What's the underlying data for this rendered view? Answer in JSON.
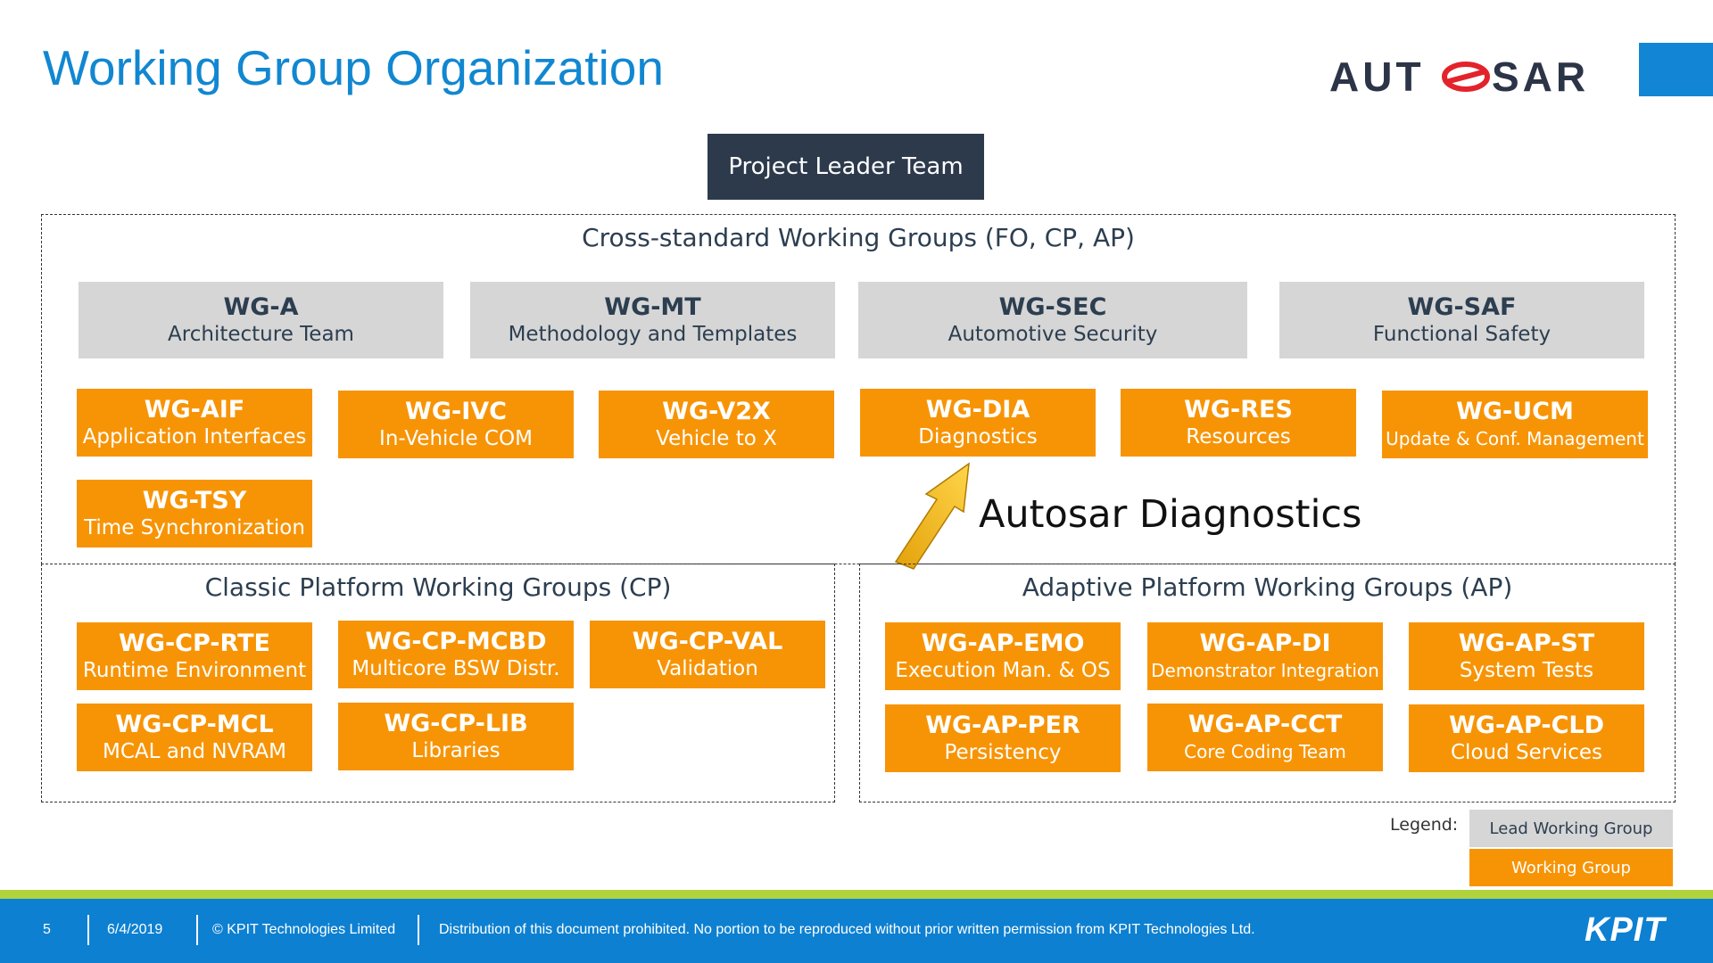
{
  "title": "Working Group Organization",
  "logo_text": "AUTOSAR",
  "project_leader_team": "Project Leader Team",
  "cross_standard": {
    "title": "Cross-standard Working Groups (FO, CP, AP)",
    "lead_groups": [
      {
        "name": "WG-A",
        "desc": "Architecture Team"
      },
      {
        "name": "WG-MT",
        "desc": "Methodology and Templates"
      },
      {
        "name": "WG-SEC",
        "desc": "Automotive Security"
      },
      {
        "name": "WG-SAF",
        "desc": "Functional Safety"
      }
    ],
    "groups": [
      {
        "name": "WG-AIF",
        "desc": "Application Interfaces"
      },
      {
        "name": "WG-IVC",
        "desc": "In-Vehicle COM"
      },
      {
        "name": "WG-V2X",
        "desc": "Vehicle to X"
      },
      {
        "name": "WG-DIA",
        "desc": "Diagnostics"
      },
      {
        "name": "WG-RES",
        "desc": "Resources"
      },
      {
        "name": "WG-UCM",
        "desc": "Update & Conf. Management"
      },
      {
        "name": "WG-TSY",
        "desc": "Time Synchronization"
      }
    ]
  },
  "callout": "Autosar Diagnostics",
  "classic": {
    "title": "Classic Platform Working Groups (CP)",
    "groups": [
      {
        "name": "WG-CP-RTE",
        "desc": "Runtime Environment"
      },
      {
        "name": "WG-CP-MCBD",
        "desc": "Multicore BSW Distr."
      },
      {
        "name": "WG-CP-VAL",
        "desc": "Validation"
      },
      {
        "name": "WG-CP-MCL",
        "desc": "MCAL and NVRAM"
      },
      {
        "name": "WG-CP-LIB",
        "desc": "Libraries"
      }
    ]
  },
  "adaptive": {
    "title": "Adaptive Platform Working Groups (AP)",
    "groups": [
      {
        "name": "WG-AP-EMO",
        "desc": "Execution Man. & OS"
      },
      {
        "name": "WG-AP-DI",
        "desc": "Demonstrator Integration"
      },
      {
        "name": "WG-AP-ST",
        "desc": "System Tests"
      },
      {
        "name": "WG-AP-PER",
        "desc": "Persistency"
      },
      {
        "name": "WG-AP-CCT",
        "desc": "Core Coding Team"
      },
      {
        "name": "WG-AP-CLD",
        "desc": "Cloud Services"
      }
    ]
  },
  "legend": {
    "label": "Legend:",
    "lead": "Lead Working Group",
    "group": "Working Group"
  },
  "footer": {
    "page": "5",
    "date": "6/4/2019",
    "copyright": "© KPIT Technologies Limited",
    "notice": "Distribution of this document prohibited. No portion to be reproduced without prior written permission from KPIT Technologies Ltd.",
    "brand": "KPIT"
  },
  "colors": {
    "title_blue": "#1187d1",
    "orange": "#f79406",
    "lead_gray": "#d6d6d6",
    "dark_navy": "#2d3a4c",
    "footer_blue": "#0d80d1",
    "green_strip": "#b0d23c"
  }
}
